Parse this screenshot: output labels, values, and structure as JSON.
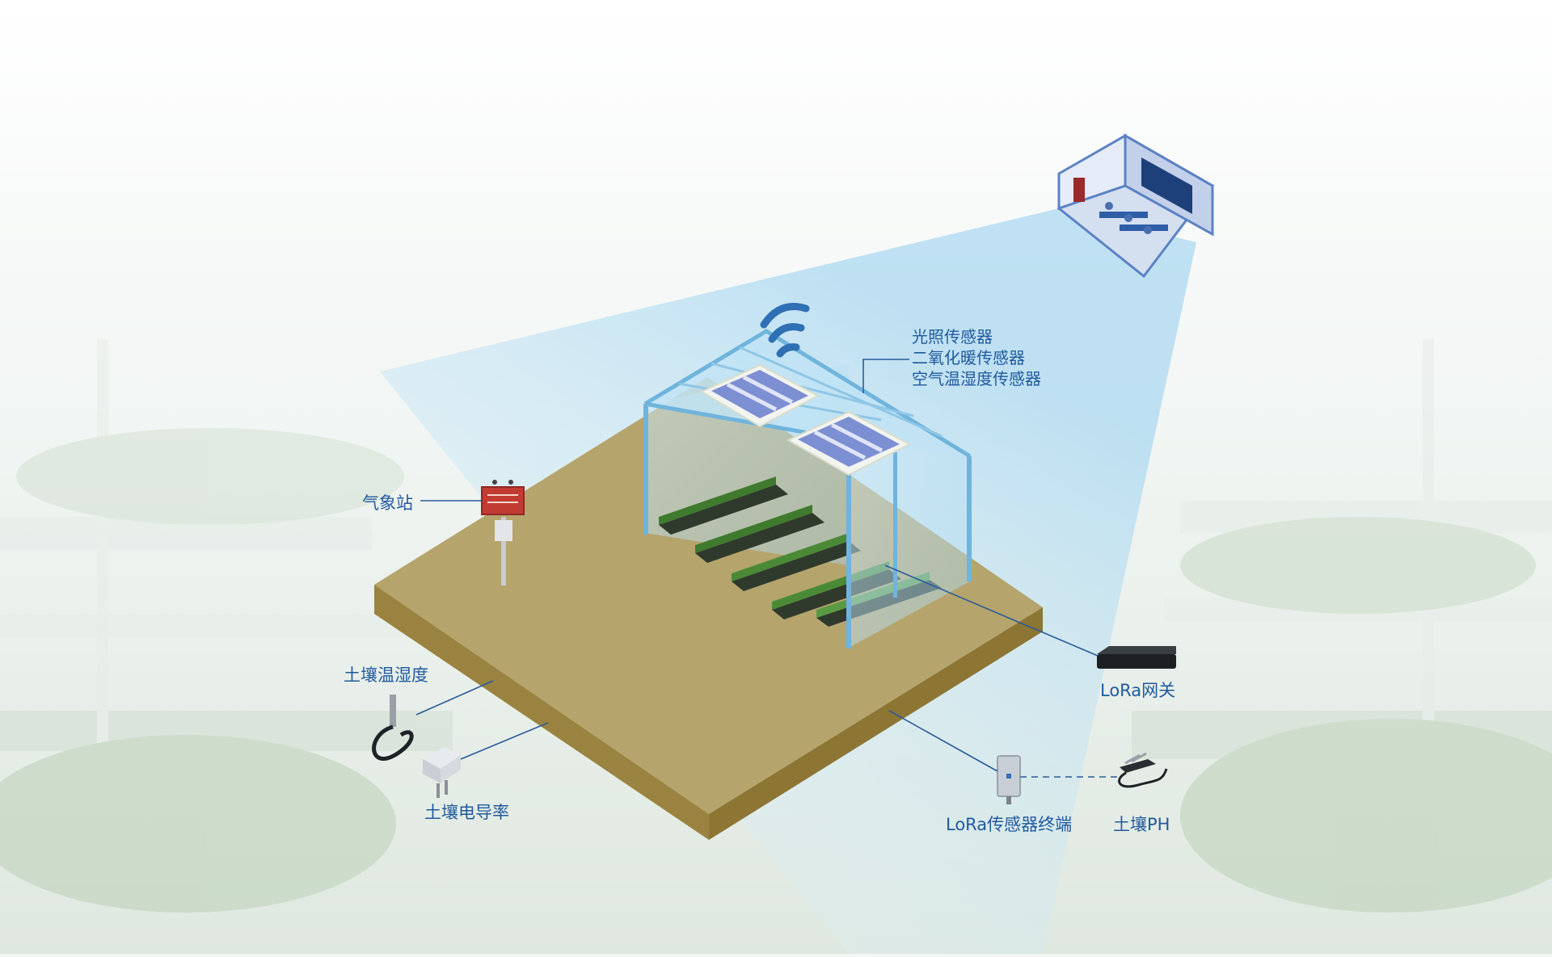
{
  "labels": {
    "sensor_lines": [
      "光照传感器",
      "二氧化暖传感器",
      "空气温湿度传感器"
    ],
    "weather_station": "气象站",
    "soil_temp_humidity": "土壤温湿度",
    "soil_conductivity": "土壤电导率",
    "lora_gateway": "LoRa网关",
    "lora_terminal": "LoRa传感器终端",
    "soil_ph": "土壤PH"
  },
  "colors": {
    "label_text": "#1f5a9e",
    "leader_line": "#2a5b9a",
    "soil_top": "#b5a46c",
    "soil_side_left": "#9a8340",
    "soil_side_right": "#8d7534",
    "greenhouse_frame": "#6fb4dc",
    "plants": "#3f7a2e",
    "signal_beam": "#bfe2f5",
    "signal_icon": "#2f6fb4"
  },
  "icons": [
    "wifi-signal-icon",
    "control-room-icon",
    "weather-station-icon",
    "soil-probe-icon",
    "conductivity-sensor-icon",
    "lora-gateway-icon",
    "lora-terminal-icon",
    "ph-probe-icon"
  ]
}
